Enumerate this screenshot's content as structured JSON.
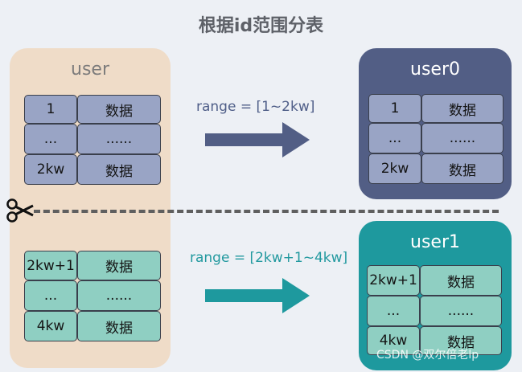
{
  "title": "根据id范围分表",
  "source_table": {
    "label": "user",
    "top_rows": [
      [
        "1",
        "数据"
      ],
      [
        "...",
        "......"
      ],
      [
        "2kw",
        "数据"
      ]
    ],
    "bottom_rows": [
      [
        "2kw+1",
        "数据"
      ],
      [
        "...",
        "......"
      ],
      [
        "4kw",
        "数据"
      ]
    ]
  },
  "arrows": [
    {
      "range_text": "range = [1~2kw]",
      "color": "#525e85"
    },
    {
      "range_text": "range = [2kw+1~4kw]",
      "color": "#1e999e"
    }
  ],
  "targets": [
    {
      "label": "user0",
      "rows": [
        [
          "1",
          "数据"
        ],
        [
          "...",
          "......"
        ],
        [
          "2kw",
          "数据"
        ]
      ],
      "color": "#525e85"
    },
    {
      "label": "user1",
      "rows": [
        [
          "2kw+1",
          "数据"
        ],
        [
          "...",
          "......"
        ],
        [
          "4kw",
          "数据"
        ]
      ],
      "color": "#1e999e"
    }
  ],
  "divider_icon": "scissors-icon",
  "watermark": "CSDN @双尔倍老lp"
}
